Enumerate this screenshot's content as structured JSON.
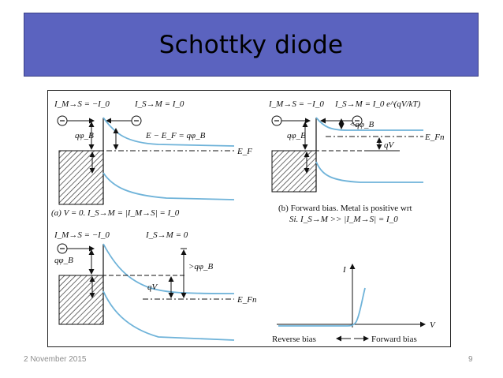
{
  "slide": {
    "title": "Schottky diode",
    "footer_date": "2 November 2015",
    "page_number": "9"
  },
  "panel_a": {
    "top_left": "I_M→S = −I_0",
    "top_right": "I_S→M = I_0",
    "barrier": "qφ_B",
    "energy_eq": "E − E_F = qφ_B",
    "fermi": "E_F",
    "caption": "(a) V = 0. I_S→M = |I_M→S| = I_0"
  },
  "panel_b": {
    "top_left": "I_M→S = −I_0",
    "top_right": "I_S→M = I_0 e^(qV/kT)",
    "reduced_barrier": "<qφ_B",
    "barrier": "qφ_B",
    "voltage": "qV",
    "fermi": "E_Fn",
    "caption_line1": "(b) Forward bias. Metal is positive wrt",
    "caption_line2": "Si. I_S→M >> |I_M→S| = I_0"
  },
  "panel_c": {
    "top_left": "I_M→S = −I_0",
    "top_right": "I_S→M = 0",
    "barrier": "qφ_B",
    "increased_barrier": ">qφ_B",
    "voltage": "qV",
    "fermi": "E_Fn"
  },
  "iv_plot": {
    "y_axis_label": "I",
    "x_axis_label": "V",
    "reverse_label": "Reverse bias",
    "forward_label": "Forward bias"
  },
  "colors": {
    "title_bg": "#5b63bf",
    "band_curve": "#6fb3d9"
  }
}
